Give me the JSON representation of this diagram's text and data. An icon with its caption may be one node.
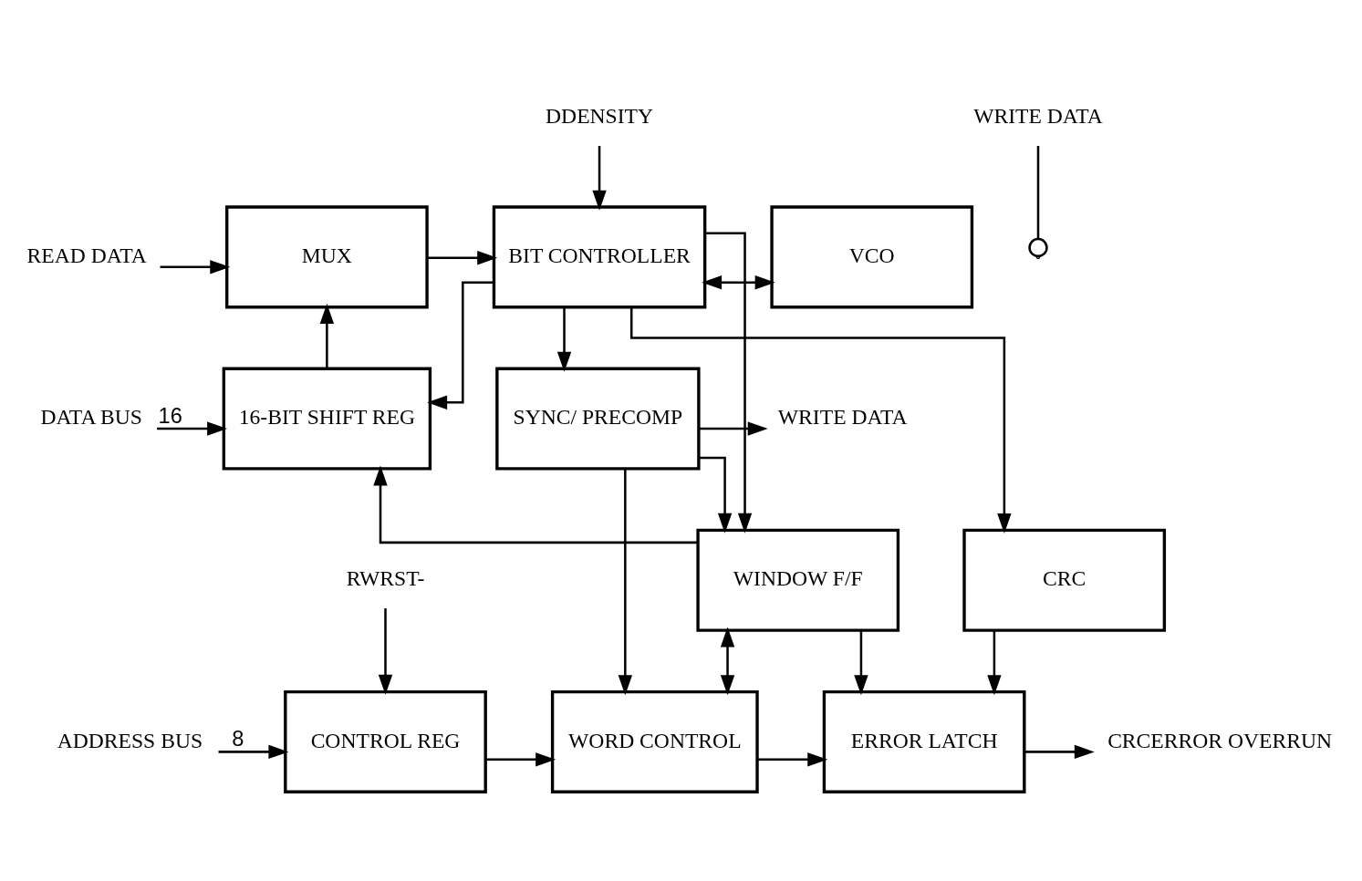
{
  "diagram": {
    "nodes": [
      {
        "text": [
          "DDENSITY"
        ]
      },
      {
        "text": [
          "READ DATA"
        ]
      },
      {
        "text": [
          "MUX"
        ]
      },
      {
        "text": [
          "BIT CONTROLLER"
        ]
      },
      {
        "text": [
          "VCO"
        ]
      },
      {
        "text": [
          "WRITE DATA"
        ]
      },
      {
        "text": [
          "DATA BUS"
        ]
      },
      {
        "text": [
          "16-BIT SHIFT REG"
        ]
      },
      {
        "text": [
          "SYNC/ PRECOMP"
        ]
      },
      {
        "text": [
          "WRITE DATA"
        ]
      },
      {
        "text": [
          "WINDOW F/F"
        ]
      },
      {
        "text": [
          "CRC"
        ]
      },
      {
        "text": [
          "ADDRESS BUS"
        ]
      },
      {
        "text": [
          "CONTROL REG"
        ]
      },
      {
        "text": [
          "WORD CONTROL"
        ]
      },
      {
        "text": [
          "ERROR LATCH"
        ]
      },
      {
        "text": [
          "CRCERROR OVERRUN"
        ]
      },
      {
        "text": [
          "RWRST-"
        ]
      }
    ],
    "edges": [
      {
        "from": 0,
        "to": 3,
        "arrow": "to"
      },
      {
        "from": 1,
        "to": 2,
        "arrow": "to"
      },
      {
        "from": 2,
        "to": 3,
        "arrow": "to"
      },
      {
        "from": 3,
        "to": 4,
        "arrow": "both"
      },
      {
        "from": 3,
        "to": 8,
        "arrow": "to"
      },
      {
        "from": 3,
        "to": 7,
        "arrow": "to"
      },
      {
        "from": 3,
        "to": 10,
        "arrow": "to"
      },
      {
        "from": 3,
        "to": 11,
        "arrow": "to"
      },
      {
        "from": 7,
        "to": 2,
        "arrow": "to"
      },
      {
        "from": 5,
        "to": null,
        "arrow": "other"
      },
      {
        "from": 6,
        "to": 7,
        "arrow": "to",
        "label": "16"
      },
      {
        "from": 8,
        "to": 9,
        "arrow": "to"
      },
      {
        "from": 8,
        "to": 10,
        "arrow": "to"
      },
      {
        "from": 8,
        "to": 14,
        "arrow": "to"
      },
      {
        "from": 10,
        "to": 7,
        "arrow": "to"
      },
      {
        "from": 10,
        "to": 14,
        "arrow": "both"
      },
      {
        "from": 10,
        "to": 15,
        "arrow": "to"
      },
      {
        "from": 11,
        "to": 15,
        "arrow": "to"
      },
      {
        "from": 12,
        "to": 13,
        "arrow": "to",
        "label": "8"
      },
      {
        "from": 13,
        "to": 14,
        "arrow": "to"
      },
      {
        "from": 14,
        "to": 15,
        "arrow": "to"
      },
      {
        "from": 15,
        "to": 16,
        "arrow": "to"
      },
      {
        "from": 17,
        "to": 13,
        "arrow": "to"
      }
    ]
  }
}
